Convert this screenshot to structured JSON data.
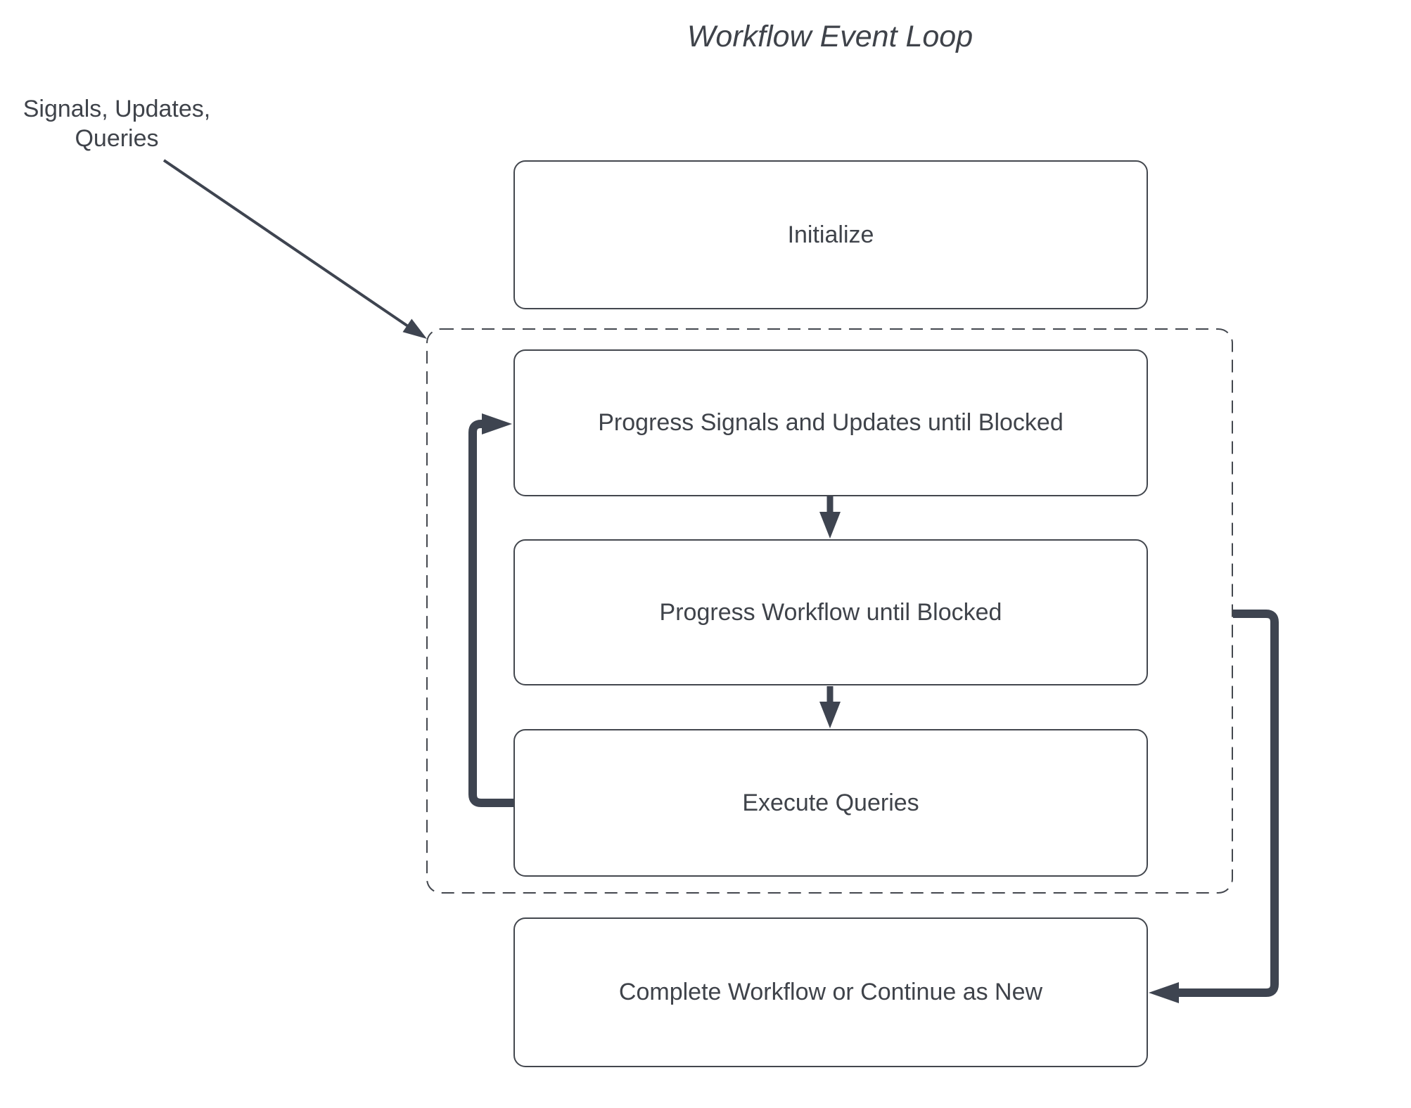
{
  "title": "Workflow Event Loop",
  "annotation": {
    "label": "Signals, Updates,\nQueries"
  },
  "group": {
    "id": "event-loop-group"
  },
  "nodes": [
    {
      "id": "initialize",
      "label": "Initialize"
    },
    {
      "id": "progress-signals",
      "label": "Progress Signals and Updates until Blocked"
    },
    {
      "id": "progress-workflow",
      "label": "Progress Workflow until Blocked"
    },
    {
      "id": "execute-queries",
      "label": "Execute Queries"
    },
    {
      "id": "complete-workflow",
      "label": "Complete Workflow or Continue as New"
    }
  ],
  "edges": [
    {
      "id": "signals-input-arrow",
      "from": "signals-updates-queries-label",
      "to": "event-loop-group"
    },
    {
      "id": "signals-to-workflow-arrow",
      "from": "progress-signals",
      "to": "progress-workflow"
    },
    {
      "id": "workflow-to-queries-arrow",
      "from": "progress-workflow",
      "to": "execute-queries"
    },
    {
      "id": "queries-loop-back-arrow",
      "from": "execute-queries",
      "to": "progress-signals"
    },
    {
      "id": "loop-exit-arrow",
      "from": "event-loop-group",
      "to": "complete-workflow"
    }
  ],
  "colors": {
    "line": "#3e4450",
    "border": "#43474e",
    "text": "#3f434a",
    "background": "#ffffff"
  }
}
